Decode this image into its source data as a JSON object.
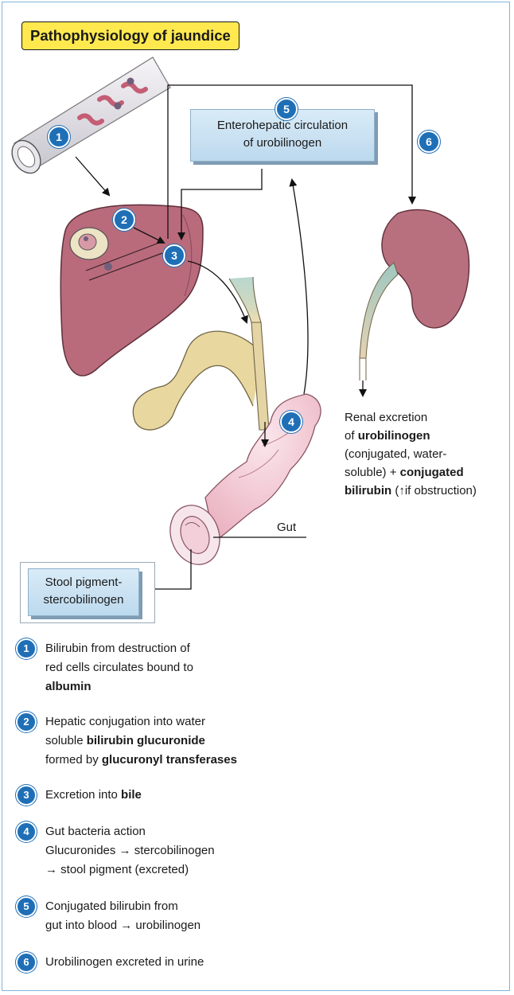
{
  "title": "Pathophysiology of jaundice",
  "boxes": {
    "enterohepatic": [
      "Enterohepatic circulation",
      "of urobilinogen"
    ],
    "stool": [
      "Stool pigment-",
      "stercobilinogen"
    ]
  },
  "gut_label": "Gut",
  "renal": {
    "line1": "Renal excretion",
    "line2_pre": "of ",
    "line2_bold": "urobilinogen",
    "line3": "(conjugated, water-",
    "line4_pre": "soluble) + ",
    "line4_bold": "conjugated",
    "line5_bold": "bilirubin",
    "line5_post": " (↑if obstruction)"
  },
  "badges": [
    "1",
    "2",
    "3",
    "4",
    "5",
    "6"
  ],
  "legend": [
    {
      "num": "1",
      "lines": [
        [
          {
            "t": "Bilirubin from destruction of"
          }
        ],
        [
          {
            "t": "red cells circulates bound to"
          }
        ],
        [
          {
            "t": "albumin",
            "b": true
          }
        ]
      ]
    },
    {
      "num": "2",
      "lines": [
        [
          {
            "t": "Hepatic conjugation into water"
          }
        ],
        [
          {
            "t": "soluble "
          },
          {
            "t": "bilirubin glucuronide",
            "b": true
          }
        ],
        [
          {
            "t": "formed by "
          },
          {
            "t": "glucuronyl transferases",
            "b": true
          }
        ]
      ]
    },
    {
      "num": "3",
      "lines": [
        [
          {
            "t": "Excretion into "
          },
          {
            "t": "bile",
            "b": true
          }
        ]
      ]
    },
    {
      "num": "4",
      "lines": [
        [
          {
            "t": "Gut bacteria action"
          }
        ],
        [
          {
            "t": "Glucuronides → stercobilinogen"
          }
        ],
        [
          {
            "t": "→ stool pigment (excreted)"
          }
        ]
      ]
    },
    {
      "num": "5",
      "lines": [
        [
          {
            "t": "Conjugated bilirubin from"
          }
        ],
        [
          {
            "t": "gut into blood → urobilinogen"
          }
        ]
      ]
    },
    {
      "num": "6",
      "lines": [
        [
          {
            "t": "Urobilinogen excreted in urine"
          }
        ]
      ]
    }
  ],
  "colors": {
    "badge": "#1f6fb7",
    "title_bg": "#ffe94f",
    "liver": "#b96b7c",
    "kidney": "#b8707f",
    "gut": "#f3c9d3",
    "gallbladder": "#e8d8a0",
    "box": "#c7e0f2",
    "frame": "#7fb6d8"
  }
}
